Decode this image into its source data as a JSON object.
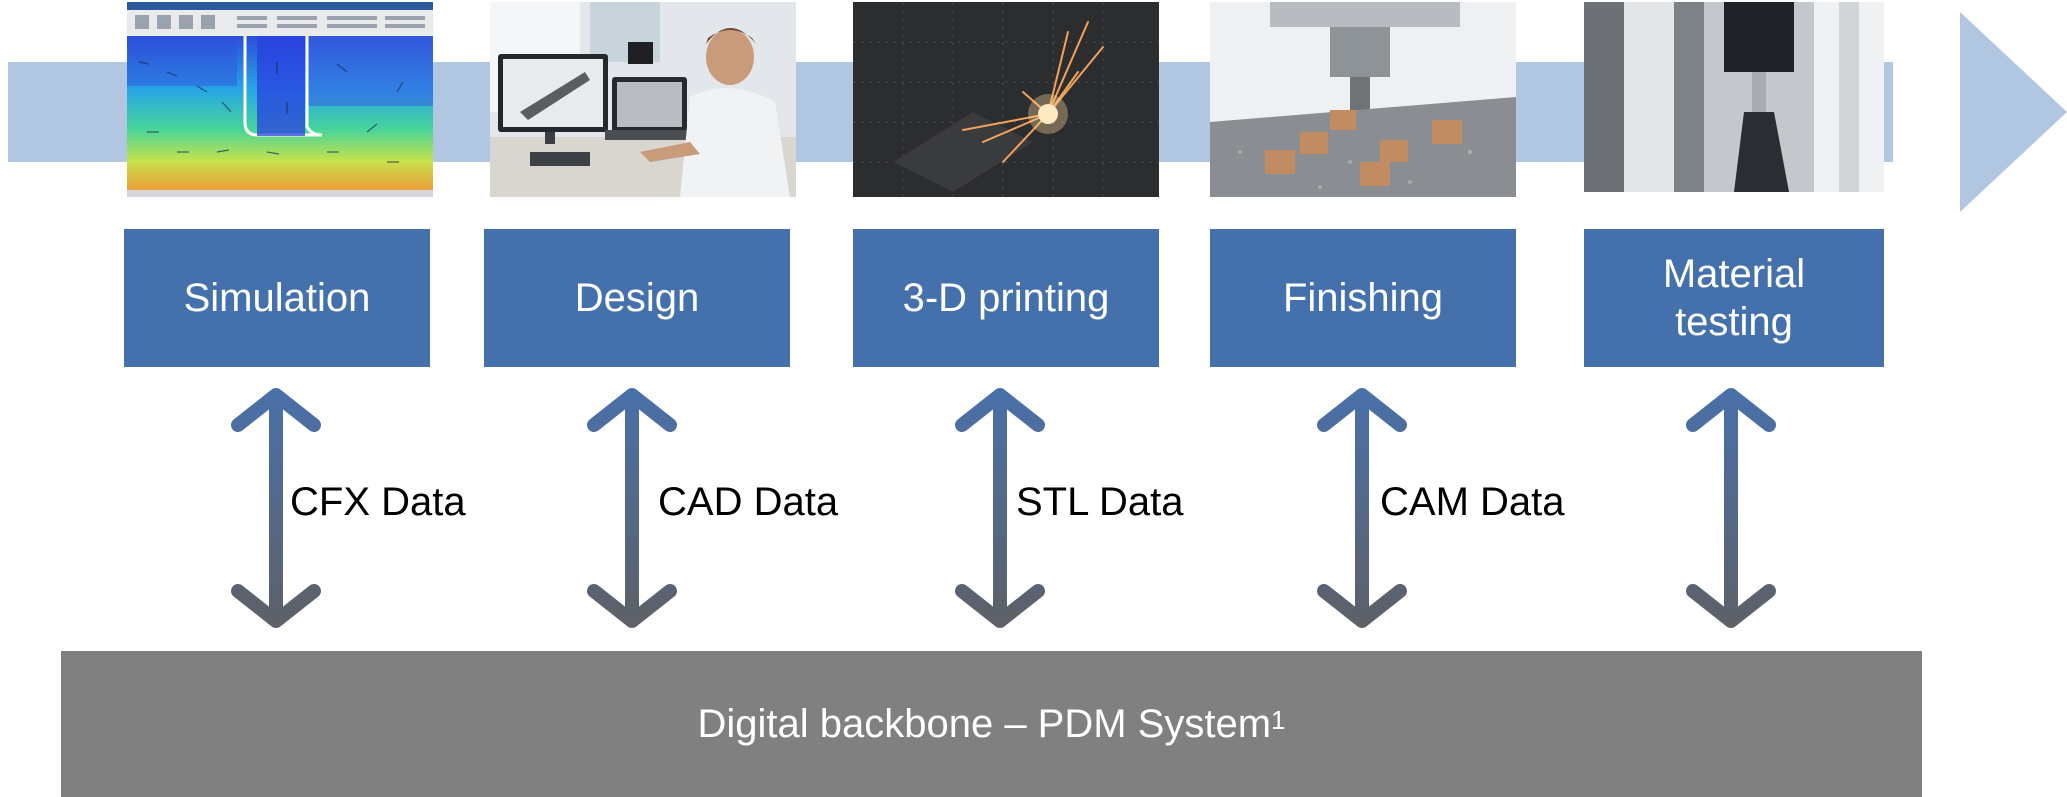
{
  "steps": [
    {
      "label": "Simulation",
      "photo": "cfd-simulation-screen",
      "data_label": "CFX Data"
    },
    {
      "label": "Design",
      "photo": "engineer-at-cad-workstation",
      "data_label": "CAD Data"
    },
    {
      "label": "3-D printing",
      "photo": "laser-metal-printing-sparks",
      "data_label": "STL Data"
    },
    {
      "label": "Finishing",
      "photo": "cnc-milling-parts",
      "data_label": "CAM Data"
    },
    {
      "label": "Material testing",
      "photo": "tensile-test-machine",
      "data_label": ""
    }
  ],
  "backbone": {
    "label": "Digital backbone – PDM System",
    "footnote_mark": "1"
  },
  "colors": {
    "process_band": "#b0c6e1",
    "step_box": "#4471ab",
    "double_arrow_top": "#4a70a8",
    "double_arrow_bottom": "#5d6168",
    "backbone": "#808080"
  },
  "icons": {
    "connector": "double-headed-vertical-arrow",
    "flow": "process-arrow-right"
  }
}
